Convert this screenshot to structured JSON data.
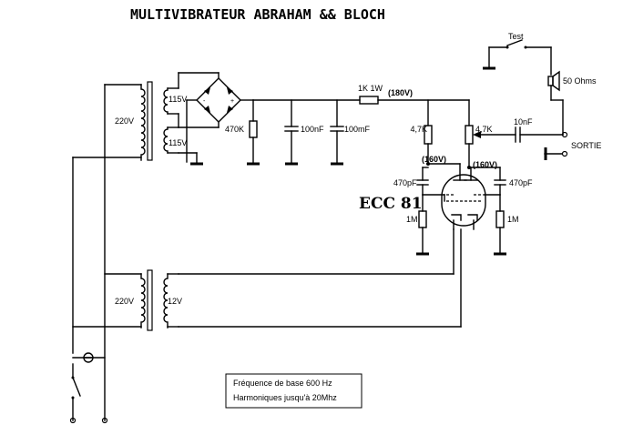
{
  "title": "MULTIVIBRATEUR ABRAHAM && BLOCH",
  "tube_label": "ECC 81",
  "labels": {
    "primary_voltage_top": "220V",
    "secondary_top_1": "115V",
    "secondary_top_2": "115V",
    "r_470k": "470K",
    "c_100nf_1": "100nF",
    "c_100mf": "100mF",
    "r_1k": "1K 1W",
    "v_180": "(180V)",
    "r_4k7_left": "4,7K",
    "r_4k7_right": "4,7K",
    "c_10nf": "10nF",
    "test": "Test",
    "speaker": "50 Ohms",
    "sortie": "SORTIE",
    "v_160_left": "(160V)",
    "v_160_right": "(160V)",
    "c_470pf_left": "470pF",
    "c_470pf_right": "470pF",
    "r_1m_left": "1M",
    "r_1m_right": "1M",
    "primary_voltage_bottom": "220V",
    "secondary_bottom": "12V"
  },
  "note": {
    "line1": "Fréquence de base 600 Hz",
    "line2": "Harmoniques jusqu'à 20Mhz"
  }
}
